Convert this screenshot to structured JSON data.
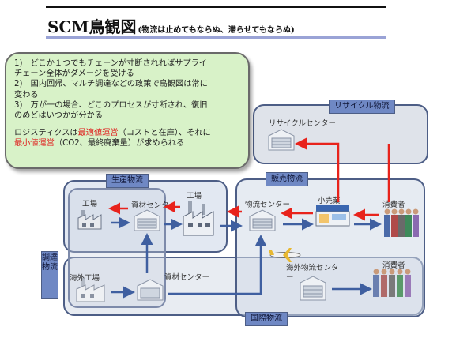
{
  "title": {
    "main": "SCM鳥観図",
    "sub": "(物流は止めてもならぬ、滞らせてもならぬ)"
  },
  "note": {
    "lines": [
      "1)　どこか１つでもチェーンが寸断されればサプライ",
      "チェーン全体がダメージを受ける",
      "2)　国内回帰、マルチ調達などの政策で鳥観図は常に",
      "変わる",
      "3)　万が一の場合、どこのプロセスが寸断され、復旧",
      "のめどはいつかが分かる"
    ],
    "logistics_pre": "ロジスティクスは",
    "logistics_red1": "最適値運営",
    "logistics_mid": "（コストと在庫）、それに",
    "logistics_red2": "最小値運営",
    "logistics_post": "（CO2、最終廃棄量）が求められる"
  },
  "zones": {
    "recycle": "リサイクル物流",
    "sales": "販売物流",
    "production": "生産物流",
    "procurement": "調達物流",
    "international": "国際物流"
  },
  "nodes": {
    "recycle_center": "リサイクルセンター",
    "factory_a": "工場",
    "materials_center": "資材センター",
    "factory_b": "工場",
    "distribution_center": "物流センター",
    "retail": "小売業",
    "consumer": "消費者",
    "overseas_factory": "海外工場",
    "materials_center_2": "資材センター",
    "overseas_dc": "海外物流センター",
    "consumer_2": "消費者"
  },
  "colors": {
    "red_arrow": "#e8231c",
    "blue_arrow": "#3f5fa0",
    "note_bg": "#d8f2c8",
    "tag_bg": "#6f88c4"
  }
}
